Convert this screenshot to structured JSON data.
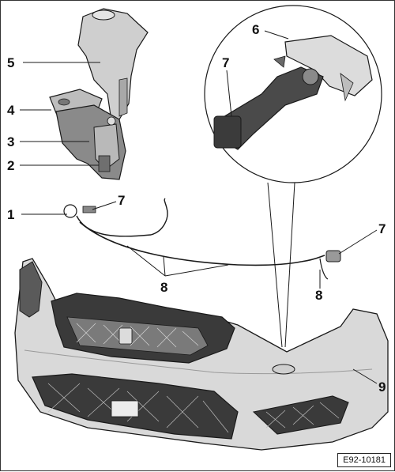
{
  "figure": {
    "id": "E92-10181"
  },
  "callouts": [
    {
      "label": "1"
    },
    {
      "label": "2"
    },
    {
      "label": "3"
    },
    {
      "label": "4"
    },
    {
      "label": "5"
    },
    {
      "label": "6"
    },
    {
      "label": "7"
    },
    {
      "label": "7"
    },
    {
      "label": "7"
    },
    {
      "label": "8"
    },
    {
      "label": "8"
    },
    {
      "label": "9"
    }
  ],
  "colors": {
    "line": "#1a1a1a",
    "bumper": "#d9d9d9",
    "bumper_dark": "#9a9a9a",
    "grille": "#3a3a3a",
    "tank": "#cfcfcf",
    "part_dark": "#6f6f6f"
  }
}
